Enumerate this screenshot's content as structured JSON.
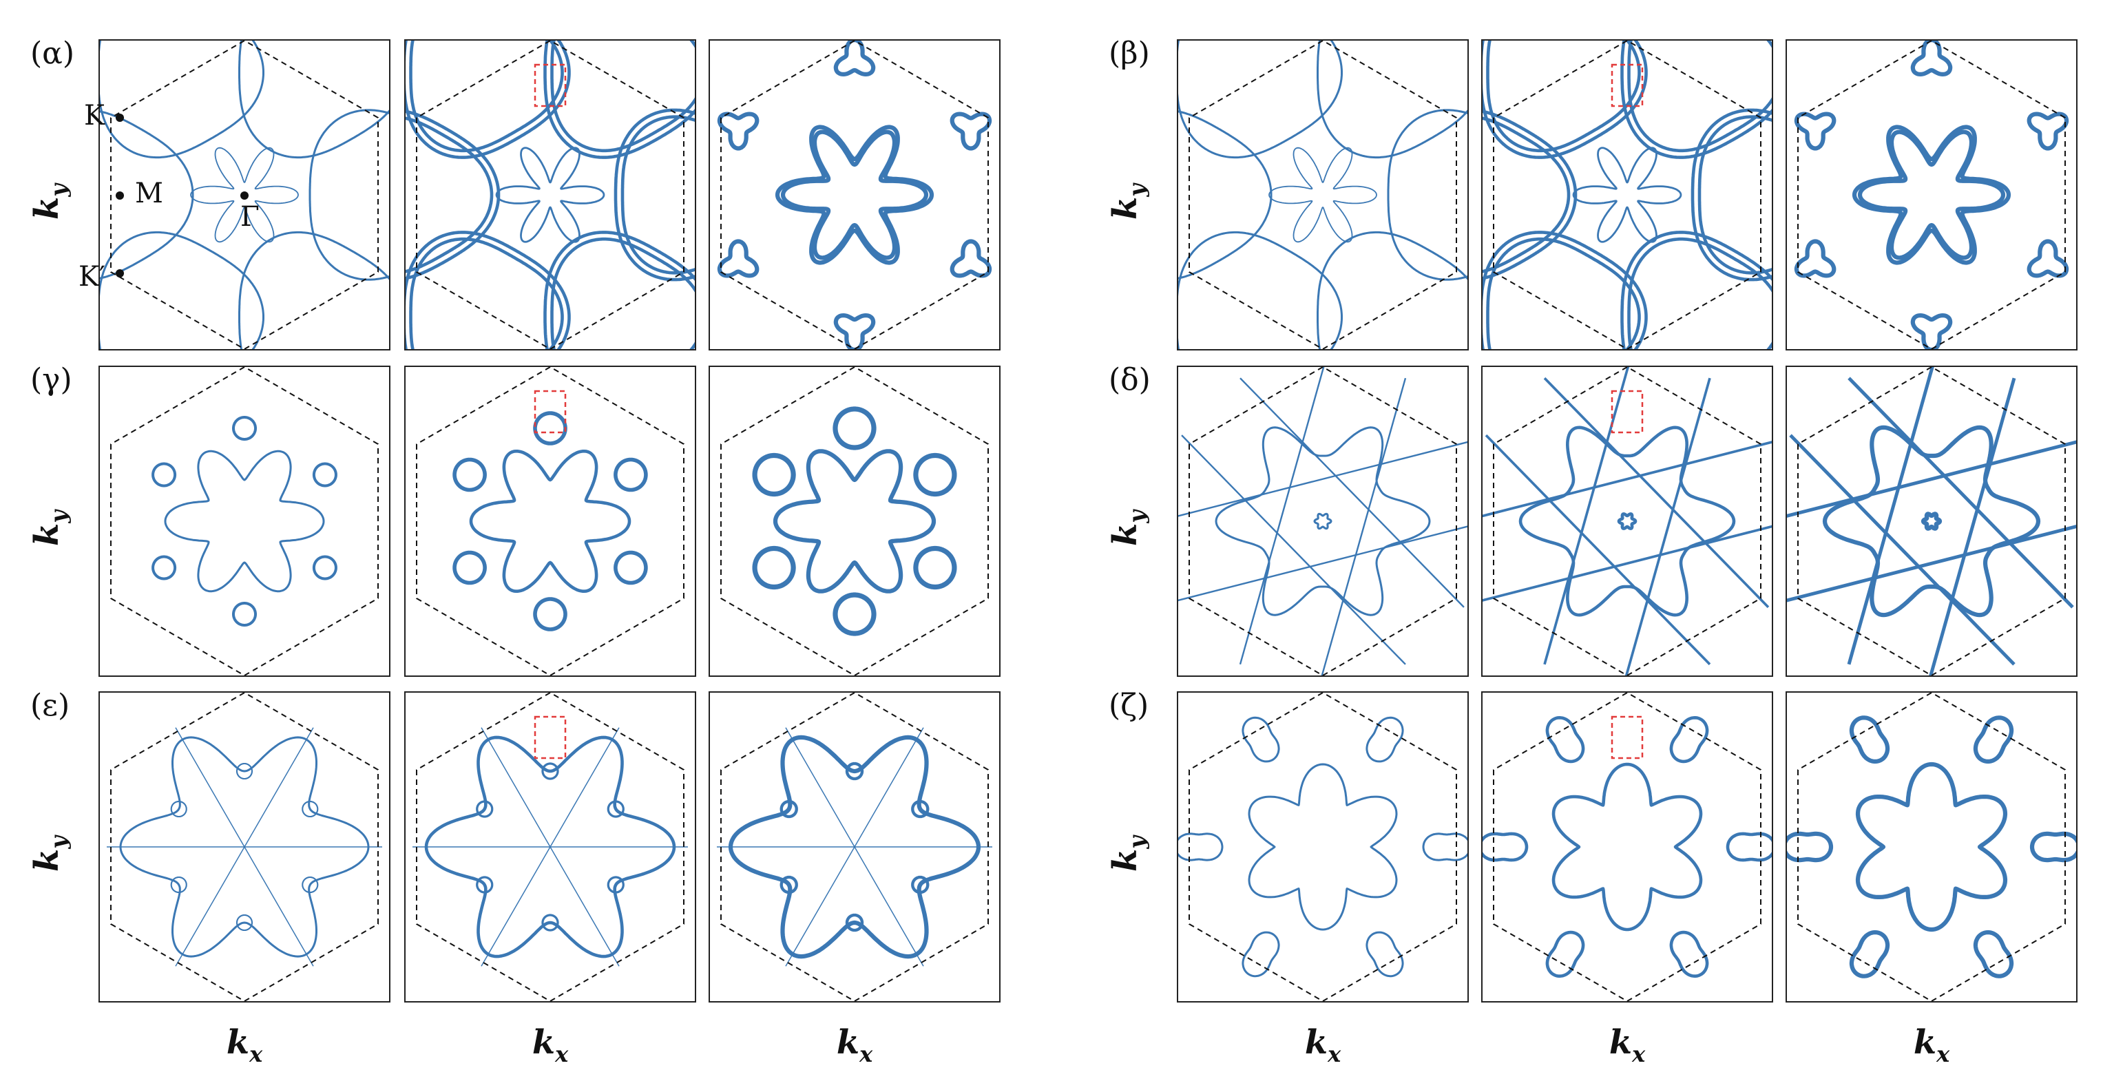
{
  "figure": {
    "x_axis_label": "k",
    "x_axis_subscript": "x",
    "y_axis_label": "k",
    "y_axis_subscript": "y",
    "colors": {
      "band": "#3b78b4",
      "bz": "#111111",
      "highlight": "#e23b3b",
      "frame": "#222222"
    },
    "groups": [
      {
        "id": "alpha",
        "label": "(α)",
        "row": 0,
        "col": 0,
        "motifs": [
          "loops",
          "loops",
          "star-tri"
        ],
        "highlights": [
          1
        ]
      },
      {
        "id": "beta",
        "label": "(β)",
        "row": 0,
        "col": 1,
        "motifs": [
          "loops",
          "loops",
          "star-tri"
        ],
        "highlights": [
          1
        ]
      },
      {
        "id": "gamma",
        "label": "(γ)",
        "row": 1,
        "col": 0,
        "motifs": [
          "petals",
          "petals",
          "petals"
        ],
        "highlights": [
          1
        ]
      },
      {
        "id": "delta",
        "label": "(δ)",
        "row": 1,
        "col": 1,
        "motifs": [
          "web",
          "web",
          "web"
        ],
        "highlights": [
          1
        ]
      },
      {
        "id": "epsilon",
        "label": "(ε)",
        "row": 2,
        "col": 0,
        "motifs": [
          "mesh",
          "mesh",
          "mesh"
        ],
        "highlights": [
          1
        ]
      },
      {
        "id": "zeta",
        "label": "(ζ)",
        "row": 2,
        "col": 1,
        "motifs": [
          "lobes",
          "lobes",
          "lobes"
        ],
        "highlights": [
          1
        ]
      }
    ],
    "high_symmetry_points": [
      {
        "name": "K",
        "label": "K"
      },
      {
        "name": "M",
        "label": "M"
      },
      {
        "name": "K'",
        "label": "K′"
      },
      {
        "name": "Gamma",
        "label": "Γ"
      }
    ]
  }
}
